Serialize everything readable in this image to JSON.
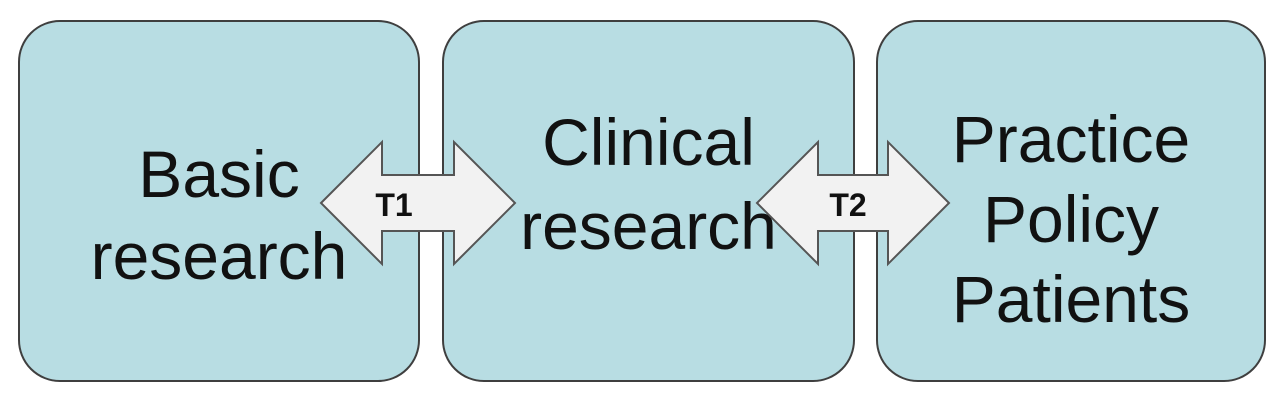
{
  "stages": [
    {
      "id": "basic",
      "lines": [
        "Basic",
        "research"
      ]
    },
    {
      "id": "clinical",
      "lines": [
        "Clinical",
        "research"
      ]
    },
    {
      "id": "practice",
      "lines": [
        "Practice",
        "Policy",
        "Patients"
      ]
    }
  ],
  "transitions": [
    {
      "id": "t1",
      "label": "T1"
    },
    {
      "id": "t2",
      "label": "T2"
    }
  ],
  "colors": {
    "box_fill": "#b8dde3",
    "box_border": "#3f3f3f",
    "arrow_fill": "#f2f2f2",
    "arrow_border": "#555555",
    "text": "#111111"
  }
}
